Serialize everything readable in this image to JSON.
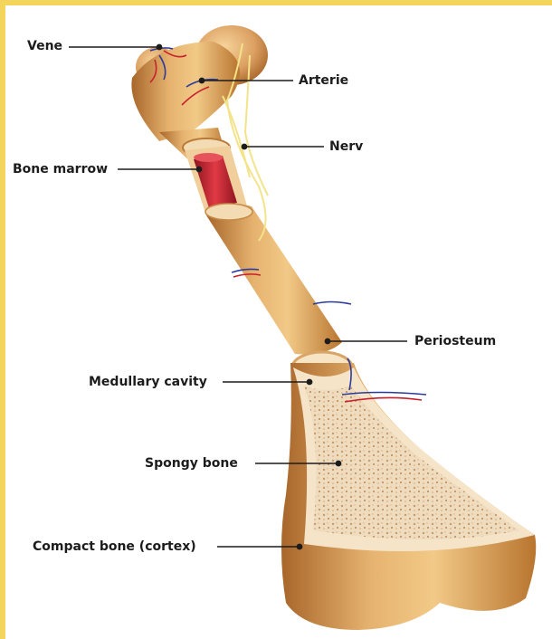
{
  "labels": {
    "vene": "Vene",
    "arterie": "Arterie",
    "nerv": "Nerv",
    "bone_marrow": "Bone marrow",
    "periosteum": "Periosteum",
    "medullary_cavity": "Medullary cavity",
    "spongy_bone": "Spongy bone",
    "compact_bone": "Compact bone (cortex)"
  },
  "colors": {
    "frame": "#f2d55a",
    "bone": "#dba060",
    "bone_shadow": "#a8662a",
    "marrow": "#c8202e",
    "spongy": "#eed9bd",
    "vein": "#2b3a9c",
    "artery": "#c8202e",
    "nerve": "#f3e38a",
    "leader_line": "#1c1c1c"
  }
}
